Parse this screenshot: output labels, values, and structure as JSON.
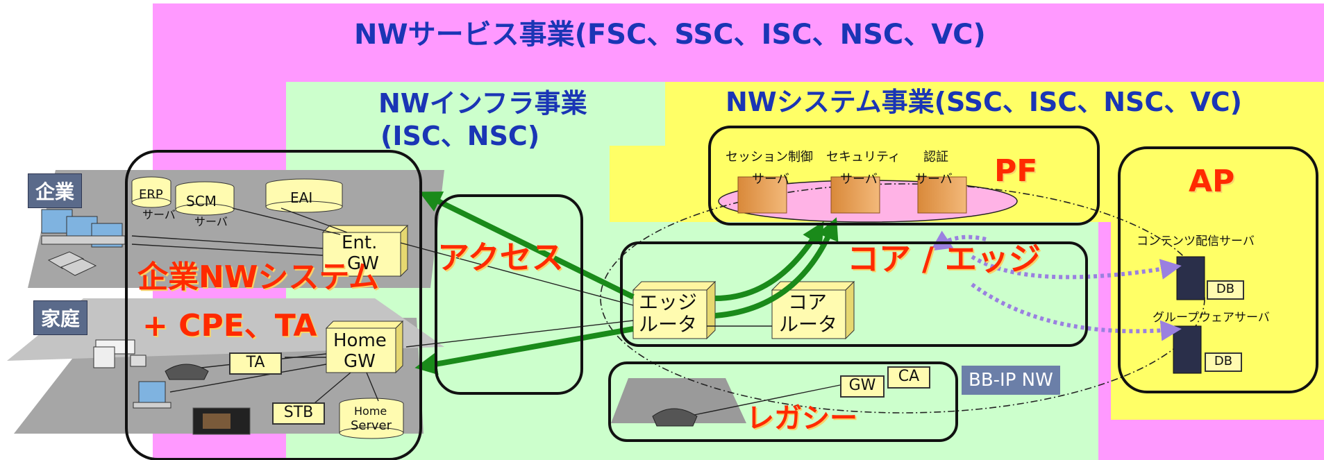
{
  "regions": {
    "nw_service": "NWサービス事業(FSC、SSC、ISC、NSC、VC)",
    "nw_infra_line1": "NWインフラ事業",
    "nw_infra_line2": "(ISC、NSC)",
    "nw_system": "NWシステム事業(SSC、ISC、NSC、VC)"
  },
  "sites": {
    "enterprise": "企業",
    "home": "家庭"
  },
  "segments": {
    "enterprise_nw_line1": "企業NWシステム",
    "enterprise_nw_line2": "+ CPE、TA",
    "access": "アクセス",
    "core_edge": "コア / エッジ",
    "legacy": "レガシー",
    "pf": "PF",
    "ap": "AP",
    "bbip": "BB-IP NW"
  },
  "devices": {
    "erp_line1": "ERP",
    "erp_line2": "サーバ",
    "scm_line1": "SCM",
    "scm_line2": "サーバ",
    "eai": "EAI",
    "ent_gw_line1": "Ent.",
    "ent_gw_line2": "GW",
    "home_gw_line1": "Home",
    "home_gw_line2": "GW",
    "ta": "TA",
    "stb": "STB",
    "home_server_line1": "Home",
    "home_server_line2": "Server",
    "edge_router_line1": "エッジ",
    "edge_router_line2": "ルータ",
    "core_router_line1": "コア",
    "core_router_line2": "ルータ",
    "legacy_gw": "GW",
    "legacy_ca": "CA",
    "session_server_line1": "セッション制御",
    "session_server_line2": "サーバ",
    "security_server_line1": "セキュリティ",
    "security_server_line2": "サーバ",
    "auth_server_line1": "認証",
    "auth_server_line2": "サーバ",
    "content_server": "コンテンツ配信サーバ",
    "groupware_server": "グループウェアサーバ",
    "db1": "DB",
    "db2": "DB"
  },
  "colors": {
    "magenta_region": "#ff99ff",
    "green_region": "#ccffcc",
    "yellow_region": "#ffff66",
    "title_blue": "#1a35b5",
    "title_red": "#ff2a00",
    "arrow_green": "#1a8a1a",
    "arrow_violet": "#9a80e0"
  }
}
